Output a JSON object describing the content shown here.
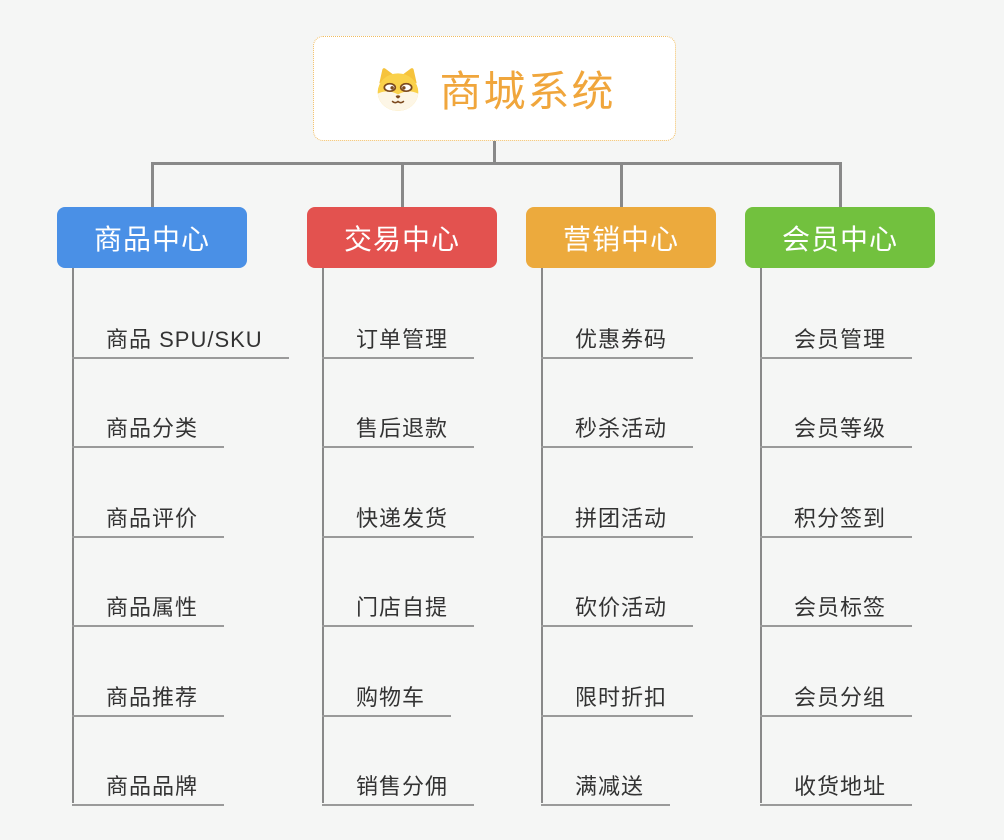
{
  "root": {
    "title": "商城系统",
    "icon": "dog-face-icon"
  },
  "colors": {
    "background": "#f5f6f5",
    "root_text": "#f0a63c",
    "root_border": "#f0bd62",
    "line": "#898989",
    "underline": "#9a9a9a",
    "item_text": "#333333",
    "header_text": "#ffffff"
  },
  "branches": [
    {
      "label": "商品中心",
      "color": "#4a90e6",
      "items": [
        "商品 SPU/SKU",
        "商品分类",
        "商品评价",
        "商品属性",
        "商品推荐",
        "商品品牌"
      ]
    },
    {
      "label": "交易中心",
      "color": "#e3524f",
      "items": [
        "订单管理",
        "售后退款",
        "快递发货",
        "门店自提",
        "购物车",
        "销售分佣"
      ]
    },
    {
      "label": "营销中心",
      "color": "#ecaa3d",
      "items": [
        "优惠券码",
        "秒杀活动",
        "拼团活动",
        "砍价活动",
        "限时折扣",
        "满减送"
      ]
    },
    {
      "label": "会员中心",
      "color": "#72c13e",
      "items": [
        "会员管理",
        "会员等级",
        "积分签到",
        "会员标签",
        "会员分组",
        "收货地址"
      ]
    }
  ]
}
